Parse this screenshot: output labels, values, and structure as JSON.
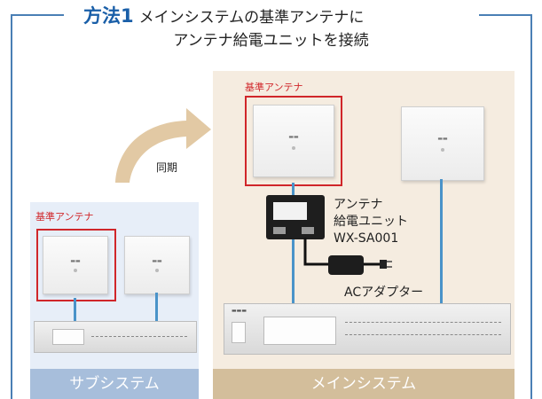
{
  "title": {
    "method": "方法1",
    "line1": "メインシステムの基準アンテナに",
    "line2": "アンテナ給電ユニットを接続"
  },
  "sync_label": "同期",
  "sub_system": {
    "reference_label": "基準アンテナ",
    "band_label": "サブシステム"
  },
  "main_system": {
    "reference_label": "基準アンテナ",
    "band_label": "メインシステム"
  },
  "power_unit": {
    "line1": "アンテナ",
    "line2": "給電ユニット",
    "model": "WX-SA001"
  },
  "ac_adapter_label": "ACアダプター",
  "colors": {
    "title_accent": "#1a5fa8",
    "highlight": "#d0262a",
    "cable": "#4a93c9",
    "sub_band": "#a7bedb",
    "main_band": "#d3be9b",
    "arrow": "#e2c9a4"
  }
}
